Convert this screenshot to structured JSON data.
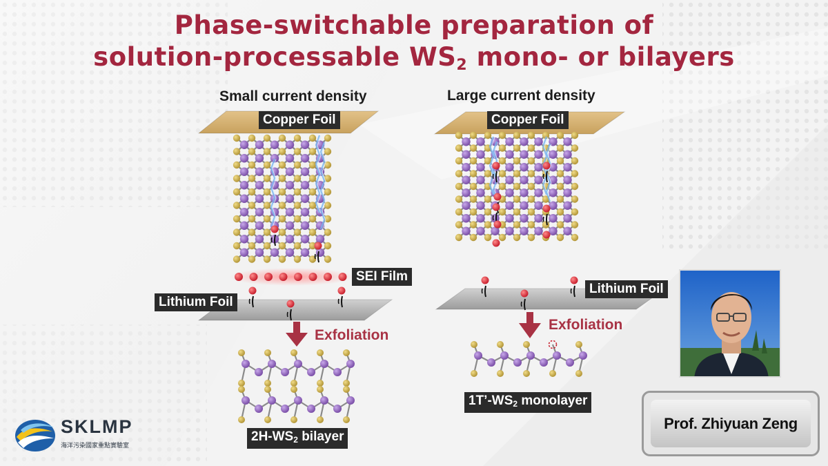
{
  "title": {
    "line1": "Phase-switchable preparation of",
    "line2_pre": "solution-processable WS",
    "line2_sub": "2",
    "line2_post": " mono- or bilayers"
  },
  "left_panel": {
    "heading": "Small current density",
    "copper_label": "Copper Foil",
    "sei_label": "SEI Film",
    "lithium_label": "Lithium Foil",
    "exfoliation_label": "Exfoliation",
    "product_pre": "2H-WS",
    "product_sub": "2",
    "product_post": " bilayer"
  },
  "right_panel": {
    "heading": "Large current density",
    "copper_label": "Copper Foil",
    "lithium_label": "Lithium Foil",
    "exfoliation_label": "Exfoliation",
    "product_pre": "1T’-WS",
    "product_sub": "2",
    "product_post": " monolayer"
  },
  "logo": {
    "name": "SKLMP",
    "subtitle": "海洋污染國家重點實驗室"
  },
  "presenter": {
    "name": "Prof. Zhiyuan Zeng"
  },
  "colors": {
    "title": "#a3263f",
    "copper": "#c8a25e",
    "lithium": "#b5b5b5",
    "tungsten_atom": "#7b4fa8",
    "sulfur_atom": "#b39638",
    "lithium_ion": "#c8202e",
    "arrow": "#a83244",
    "label_bg": "#2b2b2b"
  }
}
